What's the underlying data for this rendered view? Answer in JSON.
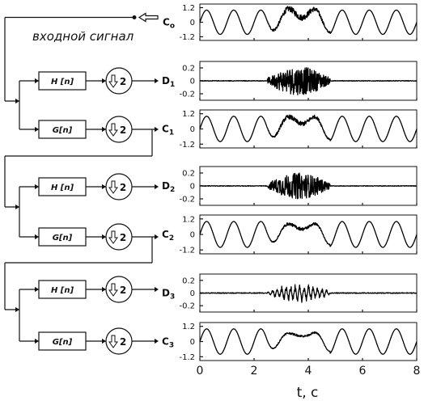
{
  "input_label": "входной сигнал",
  "filters": {
    "h": "H [n]",
    "g": "G[n]",
    "down": "2"
  },
  "x_axis": {
    "label": "t, c",
    "ticks": [
      "0",
      "2",
      "4",
      "6",
      "8"
    ],
    "range": [
      0,
      8
    ]
  },
  "chart_data": [
    {
      "type": "line",
      "name_label": "Co",
      "sub": "o",
      "yticks": [
        "1.2",
        "0",
        "-1.2"
      ],
      "ylim": [
        -1.5,
        1.5
      ],
      "kind": "C",
      "level": 0
    },
    {
      "type": "line",
      "name_label": "D1",
      "sub": "1",
      "yticks": [
        "0.2",
        "0",
        "-0.2"
      ],
      "ylim": [
        -0.3,
        0.3
      ],
      "kind": "D",
      "level": 1
    },
    {
      "type": "line",
      "name_label": "C1",
      "sub": "1",
      "yticks": [
        "1.2",
        "0",
        "-1.2"
      ],
      "ylim": [
        -1.5,
        1.5
      ],
      "kind": "C",
      "level": 1
    },
    {
      "type": "line",
      "name_label": "D2",
      "sub": "2",
      "yticks": [
        "0.2",
        "0",
        "-0.2"
      ],
      "ylim": [
        -0.3,
        0.3
      ],
      "kind": "D",
      "level": 2
    },
    {
      "type": "line",
      "name_label": "C2",
      "sub": "2",
      "yticks": [
        "1.2",
        "0",
        "-1.2"
      ],
      "ylim": [
        -1.5,
        1.5
      ],
      "kind": "C",
      "level": 2
    },
    {
      "type": "line",
      "name_label": "D3",
      "sub": "3",
      "yticks": [
        "0.2",
        "0",
        "-0.2"
      ],
      "ylim": [
        -0.3,
        0.3
      ],
      "kind": "D",
      "level": 3
    },
    {
      "type": "line",
      "name_label": "C3",
      "sub": "3",
      "yticks": [
        "1.2",
        "0",
        "-1.2"
      ],
      "ylim": [
        -1.5,
        1.5
      ],
      "kind": "C",
      "level": 3
    }
  ],
  "signal_model": {
    "sine_period": 1.0,
    "burst_start": 2.5,
    "burst_end": 4.8,
    "sample_step": 0.01
  }
}
